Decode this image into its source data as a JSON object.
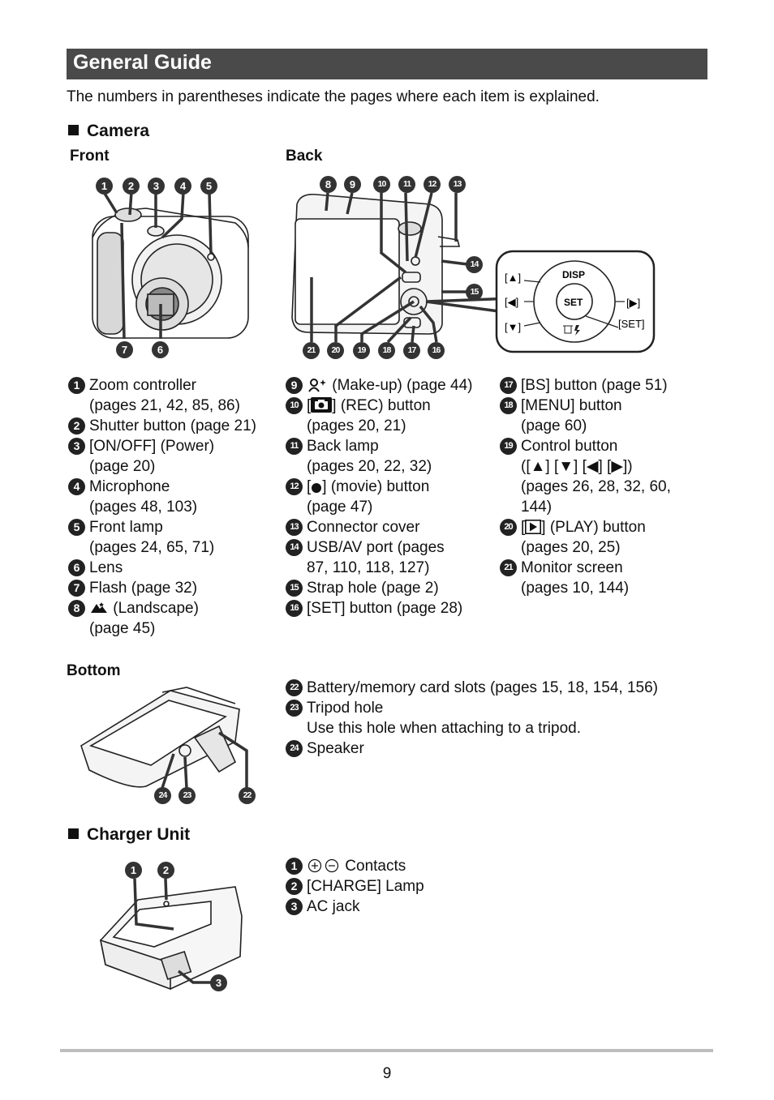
{
  "title": "General Guide",
  "intro": "The numbers in parentheses indicate the pages where each item is explained.",
  "camera": {
    "heading": "Camera",
    "front_label": "Front",
    "back_label": "Back",
    "bottom_label": "Bottom",
    "front_callouts": [
      "1",
      "2",
      "3",
      "4",
      "5",
      "7",
      "6"
    ],
    "back_callouts": [
      "8",
      "9",
      "10",
      "11",
      "12",
      "13",
      "14",
      "15",
      "21",
      "20",
      "19",
      "18",
      "17",
      "16"
    ],
    "bottom_callouts": [
      "24",
      "23",
      "22"
    ],
    "control_labels": {
      "up": "[▲]",
      "left": "[◀]",
      "down": "[▼]",
      "right": "[▶]",
      "disp": "DISP",
      "set": "SET",
      "set_key": "[SET]"
    },
    "col1": [
      {
        "n": "1",
        "lines": [
          "Zoom controller",
          "(pages 21, 42, 85, 86)"
        ]
      },
      {
        "n": "2",
        "lines": [
          "Shutter button (page 21)"
        ]
      },
      {
        "n": "3",
        "lines": [
          "[ON/OFF] (Power)",
          "(page 20)"
        ]
      },
      {
        "n": "4",
        "lines": [
          "Microphone",
          "(pages 48, 103)"
        ]
      },
      {
        "n": "5",
        "lines": [
          "Front lamp",
          "(pages 24, 65, 71)"
        ]
      },
      {
        "n": "6",
        "lines": [
          "Lens"
        ]
      },
      {
        "n": "7",
        "lines": [
          "Flash (page 32)"
        ]
      },
      {
        "n": "8",
        "lines": [
          " (Landscape)",
          "(page 45)"
        ]
      }
    ],
    "col2": [
      {
        "n": "9",
        "lines": [
          " (Make-up) (page 44)"
        ]
      },
      {
        "n": "10",
        "lines": [
          "[",
          "] (REC) button",
          "(pages 20, 21)"
        ]
      },
      {
        "n": "11",
        "lines": [
          "Back lamp",
          "(pages 20, 22, 32)"
        ]
      },
      {
        "n": "12",
        "lines": [
          "[",
          "] (movie) button",
          "(page 47)"
        ]
      },
      {
        "n": "13",
        "lines": [
          "Connector cover"
        ]
      },
      {
        "n": "14",
        "lines": [
          "USB/AV port (pages",
          "87, 110, 118, 127)"
        ]
      },
      {
        "n": "15",
        "lines": [
          "Strap hole (page 2)"
        ]
      },
      {
        "n": "16",
        "lines": [
          "[SET] button (page 28)"
        ]
      }
    ],
    "col3": [
      {
        "n": "17",
        "lines": [
          "[BS] button (page 51)"
        ]
      },
      {
        "n": "18",
        "lines": [
          "[MENU] button",
          "(page 60)"
        ]
      },
      {
        "n": "19",
        "lines": [
          "Control button",
          "([▲] [▼] [◀] [▶])",
          "(pages 26, 28, 32, 60,",
          "144)"
        ]
      },
      {
        "n": "20",
        "lines": [
          "[",
          "] (PLAY) button",
          "(pages 20, 25)"
        ]
      },
      {
        "n": "21",
        "lines": [
          "Monitor screen",
          "(pages 10, 144)"
        ]
      }
    ],
    "bottom_items": [
      {
        "n": "22",
        "lines": [
          "Battery/memory card slots (pages 15, 18, 154, 156)"
        ]
      },
      {
        "n": "23",
        "lines": [
          "Tripod hole",
          "Use this hole when attaching to a tripod."
        ]
      },
      {
        "n": "24",
        "lines": [
          "Speaker"
        ]
      }
    ]
  },
  "charger": {
    "heading": "Charger Unit",
    "callouts": [
      "1",
      "2",
      "3"
    ],
    "items": [
      {
        "n": "1",
        "lines": [
          " Contacts"
        ]
      },
      {
        "n": "2",
        "lines": [
          "[CHARGE] Lamp"
        ]
      },
      {
        "n": "3",
        "lines": [
          "AC jack"
        ]
      }
    ]
  },
  "page_number": "9"
}
